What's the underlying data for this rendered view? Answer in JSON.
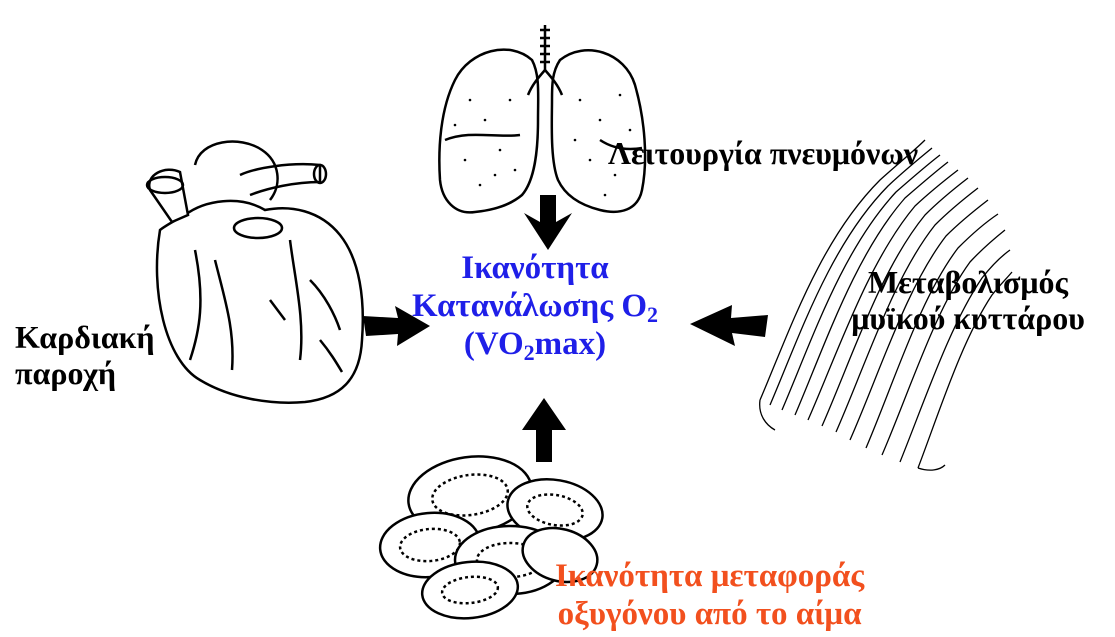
{
  "colors": {
    "center": "#1f1fe8",
    "blood": "#f2501e",
    "ink": "#000000"
  },
  "center": {
    "line1": "Ικανότητα",
    "line2_text": "Κατανάλωσης Ο",
    "line2_sub": "2",
    "line3_open": "(VO",
    "line3_sub": "2",
    "line3_close": "max)"
  },
  "lungs": {
    "label": "Λειτουργία πνευμόνων"
  },
  "heart": {
    "label_line1": "Καρδιακή",
    "label_line2": "παροχή"
  },
  "muscle": {
    "label_line1": "Μεταβολισμός",
    "label_line2": "μυϊκού κυττάρου"
  },
  "blood": {
    "label_line1": "Ικανότητα μεταφοράς",
    "label_line2": "οξυγόνου από το αίμα"
  }
}
